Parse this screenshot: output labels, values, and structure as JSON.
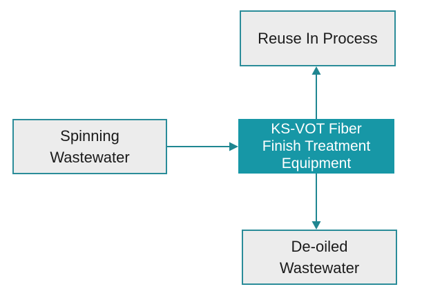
{
  "diagram": {
    "nodes": {
      "reuse": "Reuse In Process",
      "spinning": "Spinning\nWastewater",
      "ksvot": "KS-VOT Fiber\nFinish Treatment\nEquipment",
      "deoiled": "De-oiled\nWastewater"
    },
    "edges": [
      {
        "from": "spinning",
        "to": "ksvot"
      },
      {
        "from": "ksvot",
        "to": "reuse"
      },
      {
        "from": "ksvot",
        "to": "deoiled"
      }
    ]
  },
  "colors": {
    "node_fill": "#ececec",
    "node_border": "#2a8c99",
    "accent_fill": "#1797a6",
    "accent_text": "#ffffff",
    "arrow": "#1f8691",
    "text": "#1a1a1a"
  }
}
